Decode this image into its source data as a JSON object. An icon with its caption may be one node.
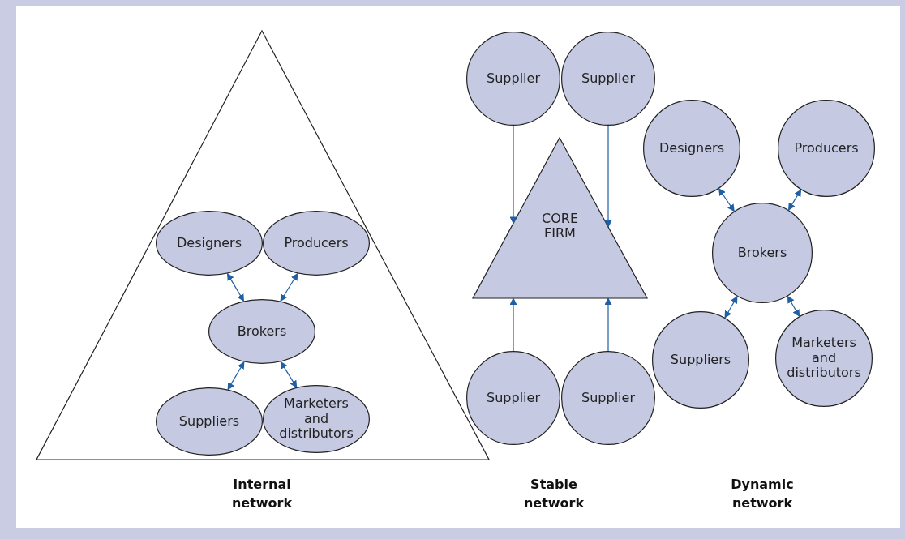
{
  "diagram": {
    "nodes": [
      {
        "text": [],
        "shape": "triangle"
      },
      {
        "text": [
          "Designers"
        ],
        "in": 0
      },
      {
        "text": [
          "Producers"
        ],
        "in": 0
      },
      {
        "text": [
          "Brokers"
        ],
        "in": 0
      },
      {
        "text": [
          "Suppliers"
        ],
        "in": 0
      },
      {
        "text": [
          "Marketers and distributors"
        ],
        "in": 0
      },
      {
        "text": [
          "Supplier"
        ]
      },
      {
        "text": [
          "Supplier"
        ]
      },
      {
        "text": [
          "CORE FIRM"
        ]
      },
      {
        "text": [
          "Supplier"
        ]
      },
      {
        "text": [
          "Supplier"
        ]
      },
      {
        "text": [
          "Designers"
        ]
      },
      {
        "text": [
          "Producers"
        ]
      },
      {
        "text": [
          "Brokers"
        ]
      },
      {
        "text": [
          "Suppliers"
        ]
      },
      {
        "text": [
          "Marketers and distributors"
        ]
      }
    ],
    "edges": [
      {
        "from": 1,
        "to": 3,
        "arrow": "both"
      },
      {
        "from": 2,
        "to": 3,
        "arrow": "both"
      },
      {
        "from": 3,
        "to": 4,
        "arrow": "both"
      },
      {
        "from": 3,
        "to": 5,
        "arrow": "both"
      },
      {
        "from": 6,
        "to": 8,
        "arrow": "to"
      },
      {
        "from": 7,
        "to": 8,
        "arrow": "to"
      },
      {
        "from": 9,
        "to": 8,
        "arrow": "to"
      },
      {
        "from": 10,
        "to": 8,
        "arrow": "to"
      },
      {
        "from": 13,
        "to": 11,
        "arrow": "both"
      },
      {
        "from": 13,
        "to": 12,
        "arrow": "both"
      },
      {
        "from": 13,
        "to": 14,
        "arrow": "both"
      },
      {
        "from": 13,
        "to": 15,
        "arrow": "both"
      }
    ],
    "labels": [
      "Internal network",
      "Stable network",
      "Dynamic network"
    ]
  }
}
